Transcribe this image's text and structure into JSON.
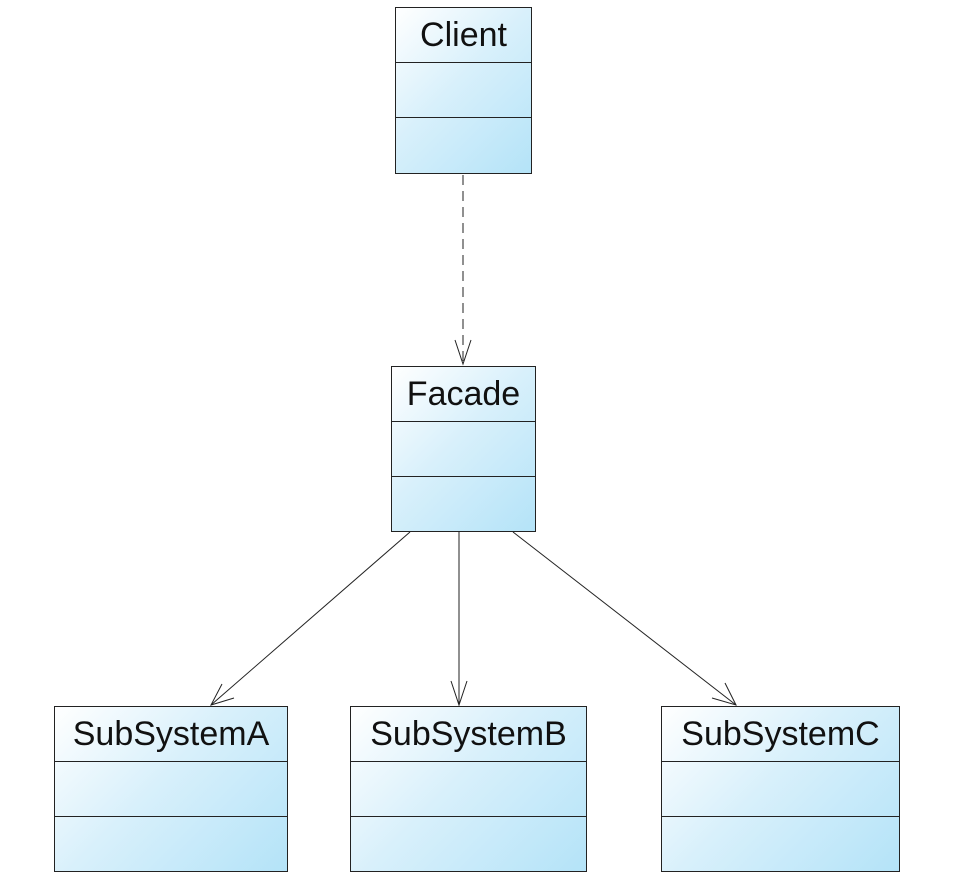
{
  "diagram": {
    "classes": {
      "client": {
        "name": "Client"
      },
      "facade": {
        "name": "Facade"
      },
      "subsystem_a": {
        "name": "SubSystemA"
      },
      "subsystem_b": {
        "name": "SubSystemB"
      },
      "subsystem_c": {
        "name": "SubSystemC"
      }
    },
    "relations": [
      {
        "from": "Client",
        "to": "Facade",
        "kind": "dependency",
        "line": "dashed",
        "arrow": "open"
      },
      {
        "from": "Facade",
        "to": "SubSystemA",
        "kind": "association",
        "line": "solid",
        "arrow": "open"
      },
      {
        "from": "Facade",
        "to": "SubSystemB",
        "kind": "association",
        "line": "solid",
        "arrow": "open"
      },
      {
        "from": "Facade",
        "to": "SubSystemC",
        "kind": "association",
        "line": "solid",
        "arrow": "open"
      }
    ],
    "colors": {
      "box_fill_light": "#ffffff",
      "box_fill_dark": "#b4e3f8",
      "line": "#222222"
    }
  }
}
